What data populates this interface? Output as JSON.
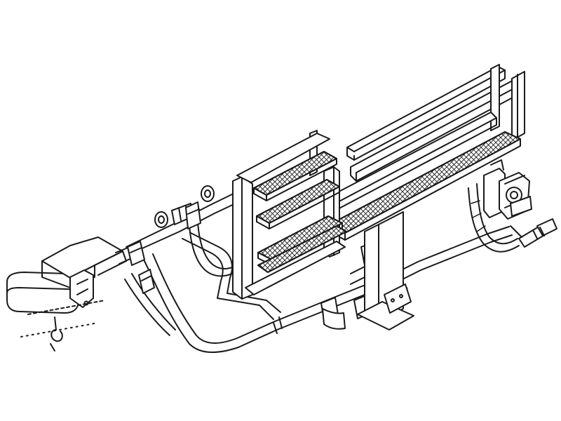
{
  "drawing": {
    "background": "#ffffff",
    "ink": "#1a1a1a",
    "mesh_pattern": "diagonal-crosshatch",
    "components": [
      "nozzle-assembly",
      "feed-pipe",
      "flow-valve",
      "rear-frame",
      "front-frame",
      "mesh-step-upper",
      "mesh-step-middle",
      "mesh-step-lower",
      "mesh-walkway",
      "support-pedestal",
      "hose-reel-coupling",
      "outlet-nozzle",
      "lower-return-pipe"
    ]
  }
}
